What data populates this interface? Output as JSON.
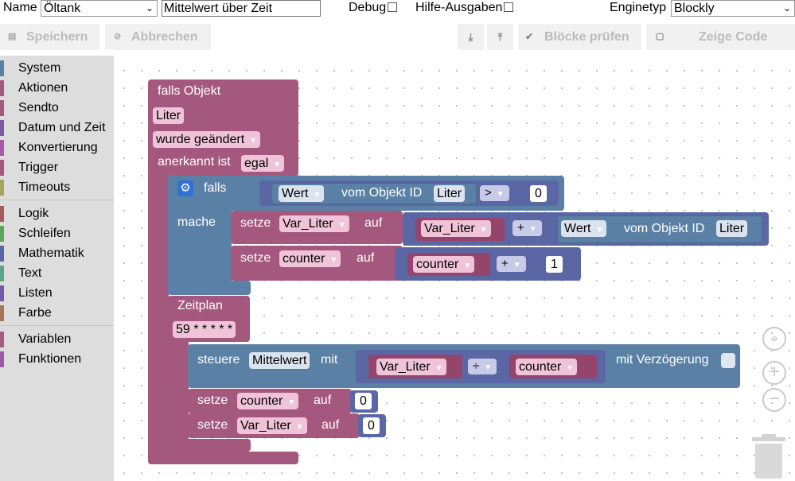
{
  "header": {
    "name_label": "Name",
    "name_value": "Öltank",
    "description_value": "Mittelwert über Zeit",
    "debug_label": "Debug",
    "help_label": "Hilfe-Ausgaben",
    "engine_label": "Enginetyp",
    "engine_value": "Blockly"
  },
  "toolbar": {
    "save": "Speichern",
    "cancel": "Abbrechen",
    "check": "Blöcke prüfen",
    "show_code": "Zeige Code"
  },
  "sidebar": {
    "items": [
      {
        "label": "System",
        "color": "#5b80a5"
      },
      {
        "label": "Aktionen",
        "color": "#a5587e"
      },
      {
        "label": "Sendto",
        "color": "#a5587e"
      },
      {
        "label": "Datum und Zeit",
        "color": "#7e5ba5"
      },
      {
        "label": "Konvertierung",
        "color": "#a55ba5"
      },
      {
        "label": "Trigger",
        "color": "#a5587e"
      },
      {
        "label": "Timeouts",
        "color": "#a5a55b"
      },
      {
        "label": "Logik",
        "color": "#a55b5b"
      },
      {
        "label": "Schleifen",
        "color": "#5ba55b"
      },
      {
        "label": "Mathematik",
        "color": "#5b67a5"
      },
      {
        "label": "Text",
        "color": "#5ba58c"
      },
      {
        "label": "Listen",
        "color": "#745ba5"
      },
      {
        "label": "Farbe",
        "color": "#a5745b"
      },
      {
        "label": "Variablen",
        "color": "#a55b80"
      },
      {
        "label": "Funktionen",
        "color": "#995ba5"
      }
    ]
  },
  "blocks": {
    "trigger_title": "falls Objekt",
    "trigger_object": "Liter",
    "trigger_mode": "wurde geändert",
    "ack_label": "anerkannt ist",
    "ack_value": "egal",
    "if_label": "falls",
    "do_label": "mache",
    "cond_value_chip": "Wert",
    "cond_of_object": "vom Objekt ID",
    "cond_object": "Liter",
    "cond_op": ">",
    "cond_number": "0",
    "set_label": "setze",
    "to_label": "auf",
    "var_liter": "Var_Liter",
    "var_counter": "counter",
    "plus": "+",
    "one": "1",
    "zero_a": "0",
    "zero_b": "0",
    "schedule_label": "Zeitplan",
    "cron": "59 * * * * *",
    "control_label": "steuere",
    "control_object": "Mittelwert",
    "with_label": "mit",
    "divide": "÷",
    "delay_label": "mit Verzögerung"
  }
}
